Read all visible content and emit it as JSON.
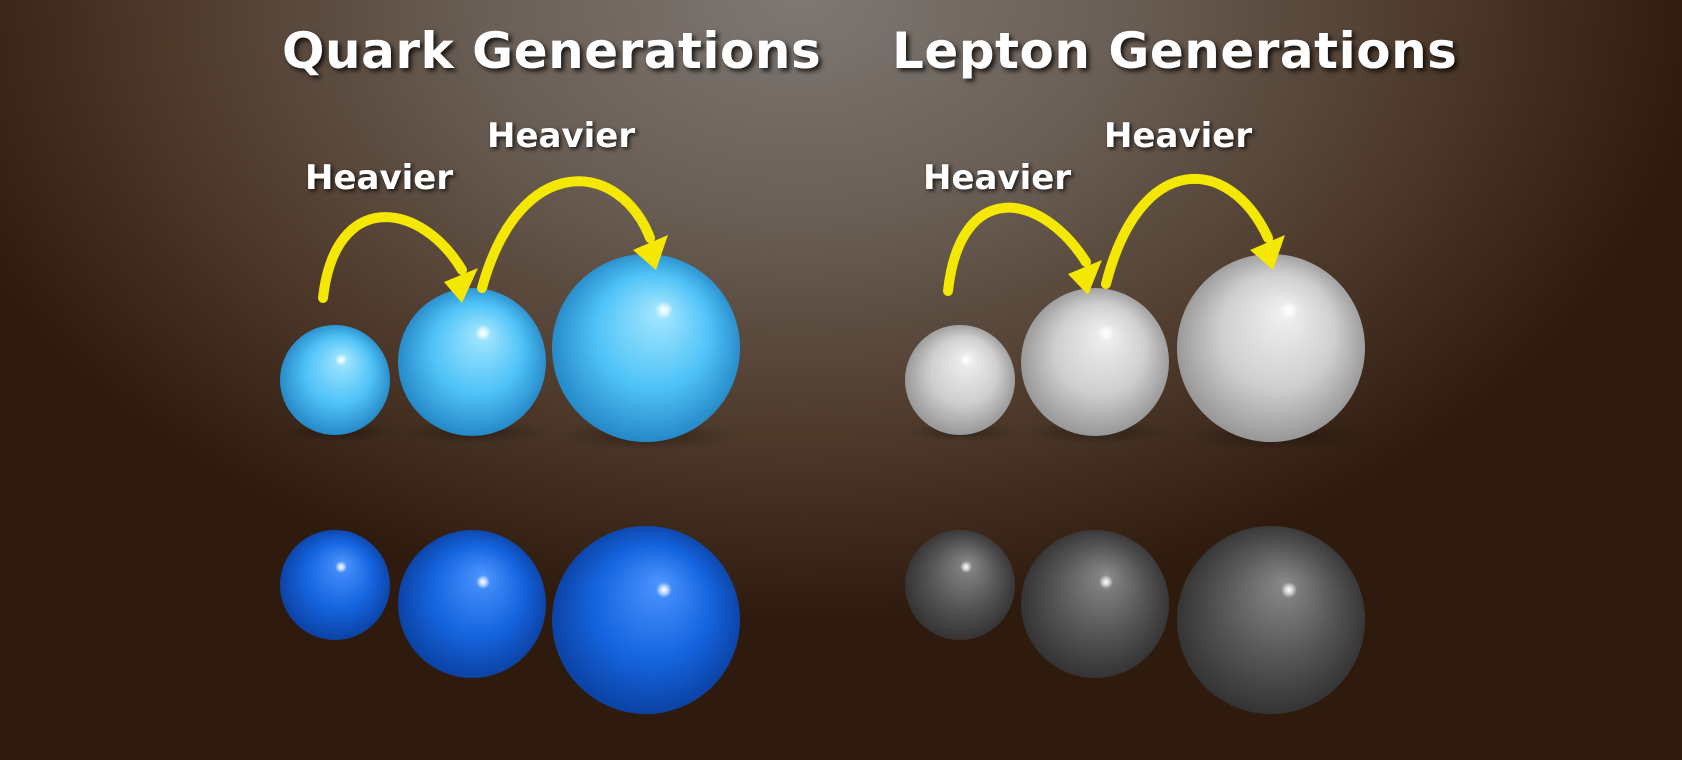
{
  "quark": {
    "title": "Quark Generations",
    "arrow_labels": [
      "Heavier",
      "Heavier"
    ],
    "colors": {
      "light_row": "#4fc3f7",
      "dark_row": "#1565e0"
    }
  },
  "lepton": {
    "title": "Lepton Generations",
    "arrow_labels": [
      "Heavier",
      "Heavier"
    ],
    "colors": {
      "light_row": "#cfcfcf",
      "dark_row": "#555555"
    }
  },
  "arrow_color": "#f5e800"
}
